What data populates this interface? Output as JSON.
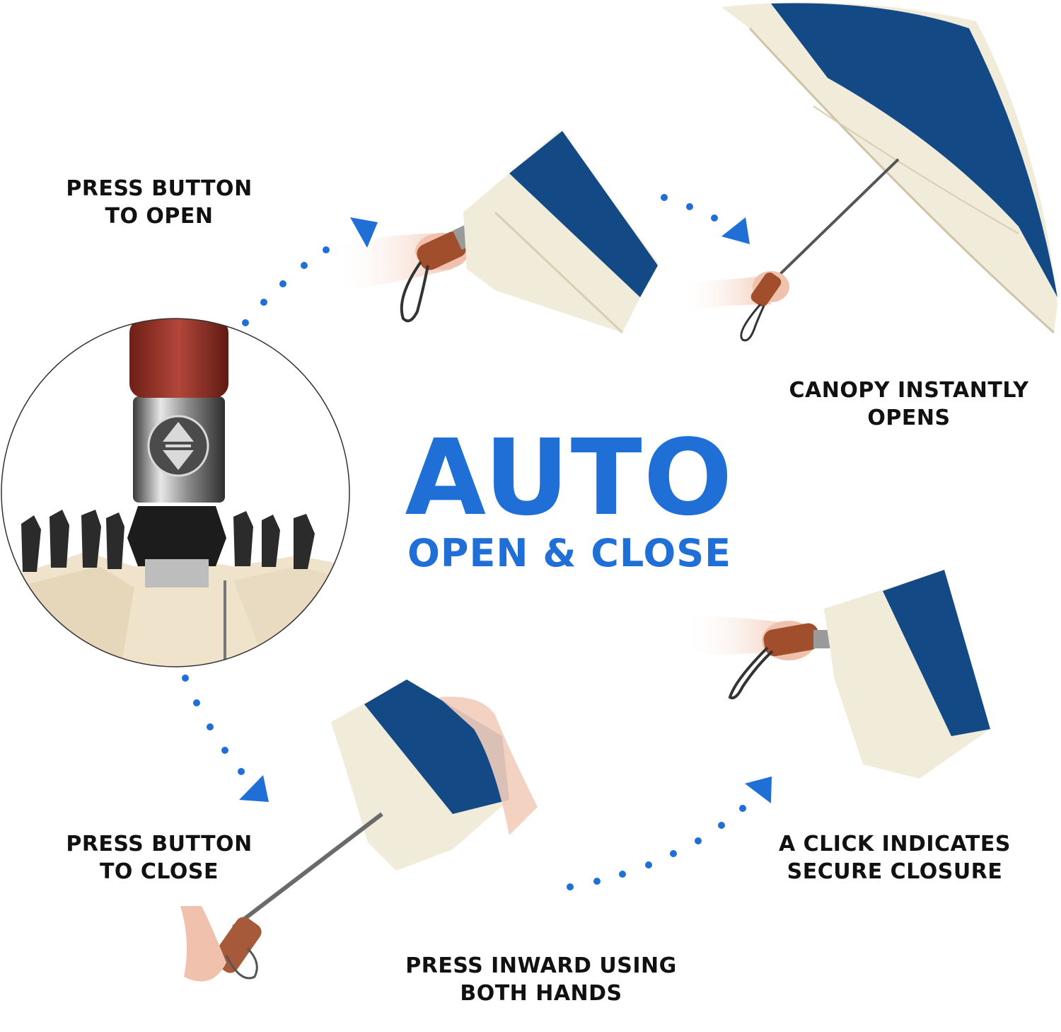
{
  "headline": {
    "main": "AUTO",
    "sub": "OPEN & CLOSE",
    "color": "#1f6fd6"
  },
  "steps": {
    "press_open": [
      "PRESS BUTTON",
      "TO OPEN"
    ],
    "canopy_opens": [
      "CANOPY INSTANTLY",
      "OPENS"
    ],
    "click_closure": [
      "A CLICK INDICATES",
      "SECURE CLOSURE"
    ],
    "press_inward": [
      "PRESS INWARD USING",
      "BOTH HANDS"
    ],
    "press_close": [
      "PRESS BUTTON",
      "TO CLOSE"
    ]
  },
  "colors": {
    "canopy_navy": "#134a86",
    "canopy_cream": "#f1ebd9",
    "arrow_blue": "#1f6fd6",
    "wood": "#9a4b2d"
  },
  "icons": [
    "umbrella-closeup-icon",
    "arrow-triangle-icon",
    "hand-icon"
  ]
}
